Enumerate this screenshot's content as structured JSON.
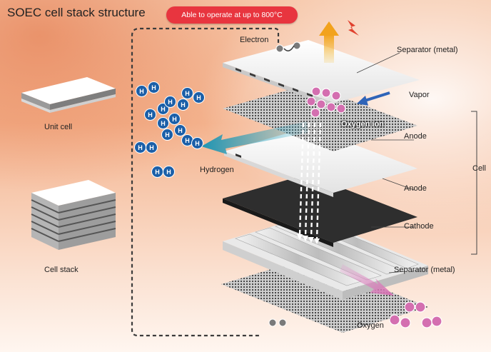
{
  "title": "SOEC cell stack structure",
  "badge": "Able to operate at up to 800°C",
  "left_panel": {
    "unit_cell": "Unit cell",
    "cell_stack": "Cell stack"
  },
  "labels": {
    "electron": "Electron",
    "separator_top": "Separator (metal)",
    "vapor": "Vapor",
    "oxygen_ion": "Oxygen ion",
    "anode_1": "Anode",
    "hydrogen": "Hydrogen",
    "cell": "Cell",
    "anode_2": "Anode",
    "cathode": "Cathode",
    "separator_bottom": "Separator (metal)",
    "oxygen": "Oxygen"
  },
  "molecules": {
    "hydrogen_atom": "H"
  },
  "colors": {
    "badge": "#e8353f",
    "hydrogen": "#1b5fa8",
    "oxygen": "#d46fb0",
    "flow_arrow": "#2aa6c0",
    "heat_arrow": "#f2a21c",
    "vapor_arrow": "#2f64b8"
  }
}
